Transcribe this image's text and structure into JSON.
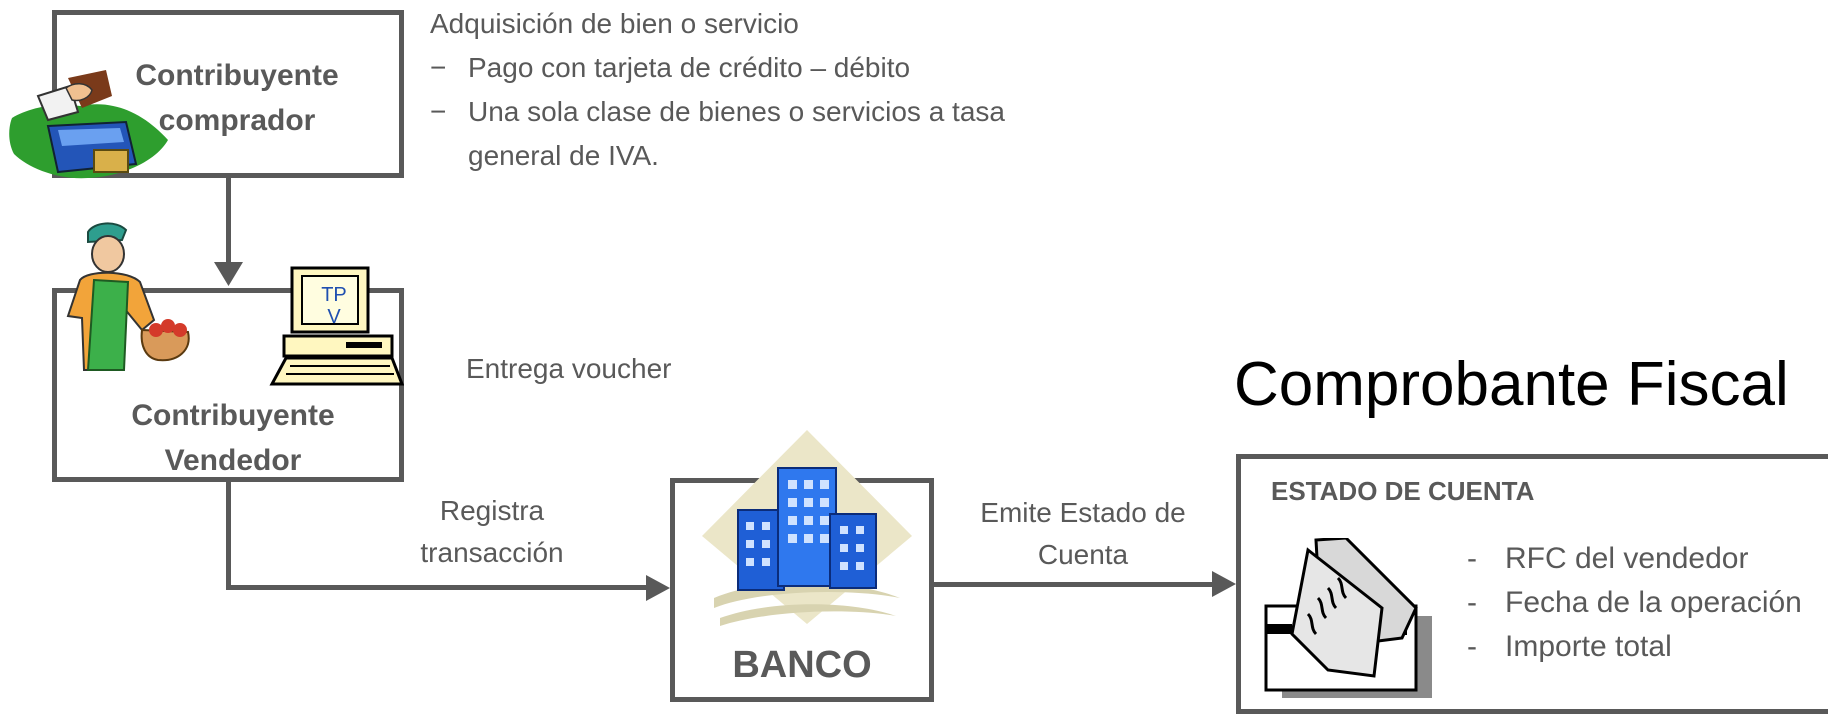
{
  "buyer_box": {
    "label_line1": "Contribuyente",
    "label_line2": "comprador"
  },
  "purchase_description": {
    "heading": "Adquisición de bien o servicio",
    "items": [
      {
        "bullet": "−",
        "text": "Pago con tarjeta de crédito – débito"
      },
      {
        "bullet": "−",
        "text": "Una sola clase de bienes o servicios a tasa",
        "continuation": "general de IVA."
      }
    ]
  },
  "seller_box": {
    "label_line1": "Contribuyente",
    "label_line2": "Vendedor",
    "terminal_label": "TP\nV"
  },
  "voucher_label": "Entrega voucher",
  "register_label": {
    "line1": "Registra",
    "line2": "transacción"
  },
  "bank_box": {
    "label": "BANCO"
  },
  "emit_label": {
    "line1": "Emite Estado de",
    "line2": "Cuenta"
  },
  "fiscal_title": "Comprobante Fiscal",
  "statement_box": {
    "title": "ESTADO DE CUENTA",
    "items": [
      {
        "bullet": "-",
        "text": "RFC del vendedor"
      },
      {
        "bullet": "-",
        "text": "Fecha de la operación"
      },
      {
        "bullet": "-",
        "text": "Importe total"
      }
    ]
  },
  "colors": {
    "stroke": "#595959",
    "text": "#595959",
    "title": "#000000",
    "building_blue": "#1f5fd6",
    "green": "#2e9e2e"
  },
  "icons": [
    "card-payment-icon",
    "vendor-person-icon",
    "pos-terminal-icon",
    "bank-building-icon",
    "document-envelope-icon",
    "arrow-down-icon",
    "arrow-right-icon"
  ]
}
